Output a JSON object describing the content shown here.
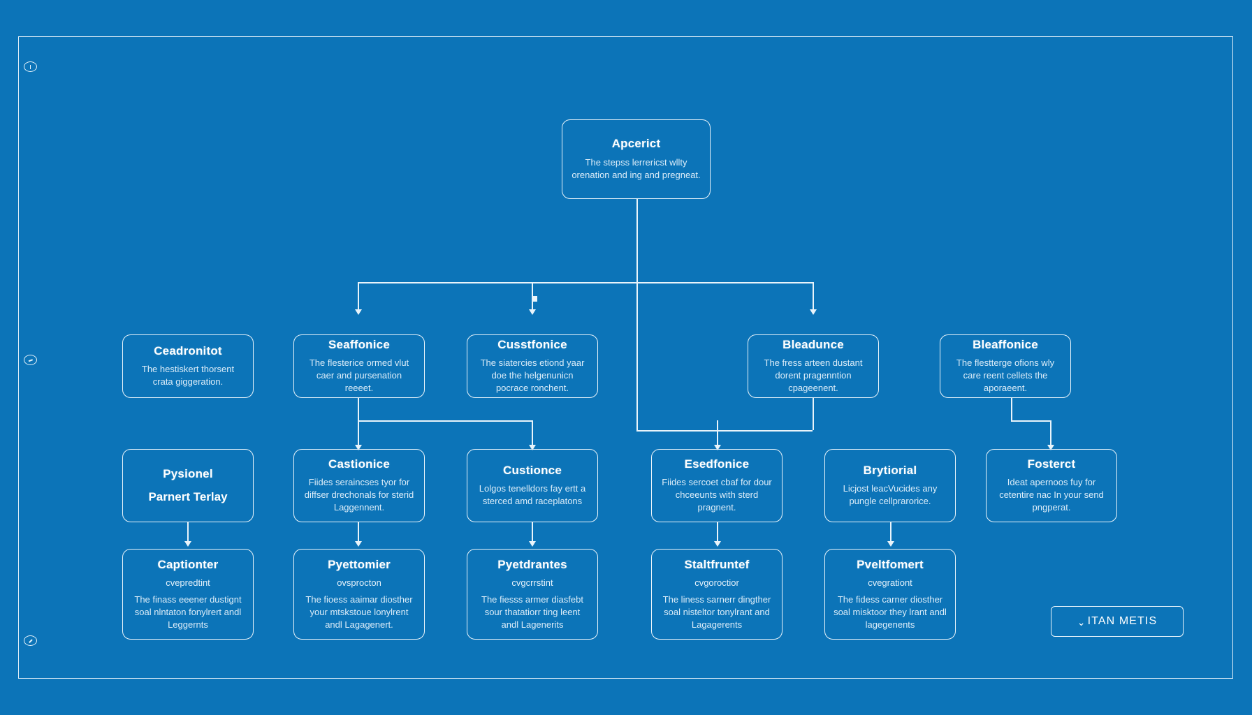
{
  "canvas": {
    "background_color": "#0c74b8",
    "line_color": "#e9f4fb",
    "text_color": "#ffffff"
  },
  "frame": {
    "markers": [
      {
        "name": "edge-marker-top",
        "glyph": "◍"
      },
      {
        "name": "edge-marker-middle",
        "glyph": "◍"
      },
      {
        "name": "edge-marker-bottom",
        "glyph": "◍"
      }
    ]
  },
  "diagram": {
    "type": "hierarchy-flowchart",
    "root": {
      "title": "Apcerict",
      "body": "The stepss lerrericst wllty orenation and ing and pregneat."
    },
    "level2": [
      {
        "title": "Ceadronitot",
        "body": "The hestiskert thorsent crata giggeration."
      },
      {
        "title": "Seaffonice",
        "body": "The flesterice ormed vlut caer and pursenation reeeet."
      },
      {
        "title": "Cusstfonice",
        "body": "The siatercies etiond yaar doe the helgenunicn pocrace ronchent."
      },
      {
        "title": "Bleadunce",
        "body": "The fress arteen dustant dorent pragenntion cpageenent."
      },
      {
        "title": "Bleaffonice",
        "body": "The flestterge ofions wly care reent cellets the aporaeent."
      }
    ],
    "level3": [
      {
        "title": "Pysionel",
        "title2": "Parnert Terlay",
        "body": ""
      },
      {
        "title": "Castionice",
        "body": "Fiides seraincses tyor for diffser drechonals for sterid Laggennent."
      },
      {
        "title": "Custionce",
        "body": "Lolgos tenelldors fay ertt a sterced amd raceplatons"
      },
      {
        "title": "Esedfonice",
        "body": "Fiides sercoet cbaf for dour chceeunts with sterd pragnent."
      },
      {
        "title": "Brytiorial",
        "body": "Licjost leacVucides any pungle cellprarorice."
      },
      {
        "title": "Fosterct",
        "body": "Ideat apernoos fuy for cetentire nac In your send pngperat."
      }
    ],
    "level4": [
      {
        "title": "Captionter",
        "sub": "cvepredtint",
        "body": "The finass eeener dustignt soal nlntaton fonylrert andl Leggernts"
      },
      {
        "title": "Pyettomier",
        "sub": "ovsprocton",
        "body": "The fioess aaimar diosther your mtskstoue lonylrent andl Lagagenert."
      },
      {
        "title": "Pyetdrantes",
        "sub": "cvgcrrstint",
        "body": "The fiesss armer diasfebt sour thatatiorr ting leent andl Lagenerits"
      },
      {
        "title": "Staltfruntef",
        "sub": "cvgoroctior",
        "body": "The liness sarnerr dingther soal nisteltor tonylrant and Lagagerents"
      },
      {
        "title": "Pveltfomert",
        "sub": "cvegrationt",
        "body": "The fidess carner diosther soal misktoor they lrant andl lagegenents"
      }
    ]
  },
  "footer_button": {
    "chevron": "⌄",
    "label": "ITAN METIS"
  }
}
